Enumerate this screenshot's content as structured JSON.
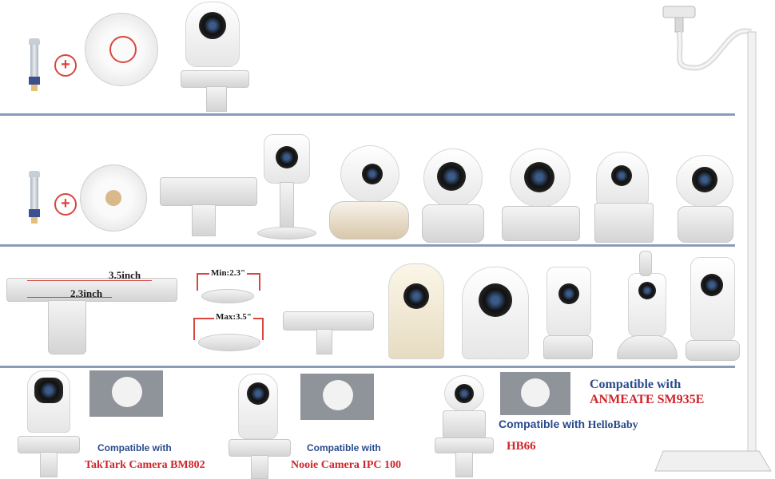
{
  "measurements": {
    "width_35": "3.5inch",
    "width_23": "2.3inch",
    "min": "Min:2.3\"",
    "max": "Max:3.5\""
  },
  "captions": {
    "taktark_prefix": "Compatible with",
    "taktark_model": "TakTark Camera BM802",
    "nooie_prefix": "Compatible with",
    "nooie_model": "Nooie Camera IPC 100",
    "hellobaby_prefix": "Compatible with",
    "hellobaby_brand": "HelloBaby",
    "hellobaby_model": "HB66",
    "anmeate_prefix": "Compatible with",
    "anmeate_model": "ANMEATE SM935E"
  },
  "colors": {
    "navy": "#2a4b8c",
    "red": "#d0242a",
    "divider": "#8a9bb8"
  },
  "icons": [
    "plus-icon",
    "screw-icon",
    "camera-icon",
    "mount-icon",
    "gooseneck-stand-icon"
  ]
}
